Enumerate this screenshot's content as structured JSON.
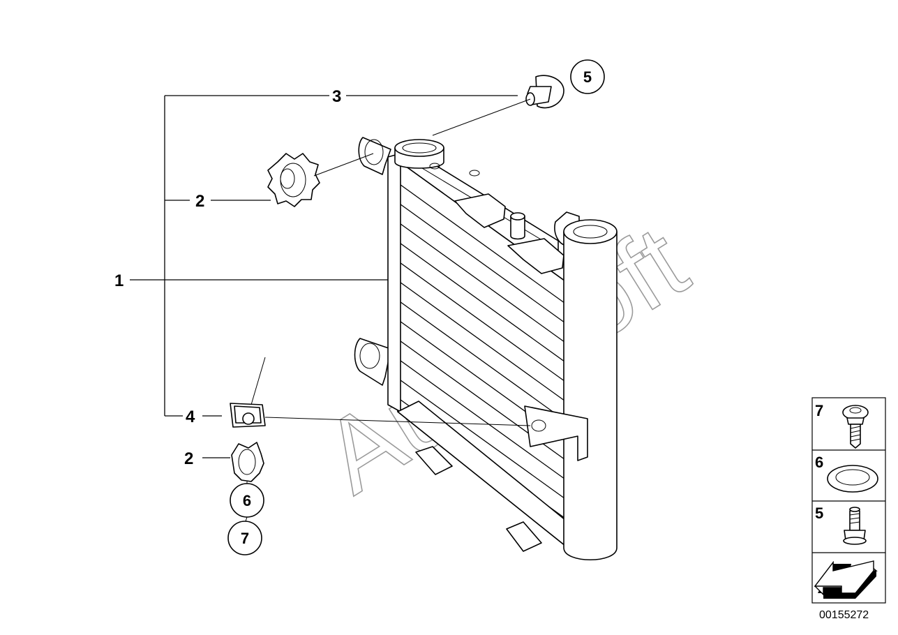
{
  "callouts": {
    "c1": "1",
    "c2a": "2",
    "c2b": "2",
    "c3": "3",
    "c4": "4"
  },
  "circled": {
    "c5": "5",
    "c6": "6",
    "c7": "7"
  },
  "legend": {
    "item7": "7",
    "item6": "6",
    "item5": "5"
  },
  "watermark": "AutoSoft",
  "diagram_code": "00155272"
}
